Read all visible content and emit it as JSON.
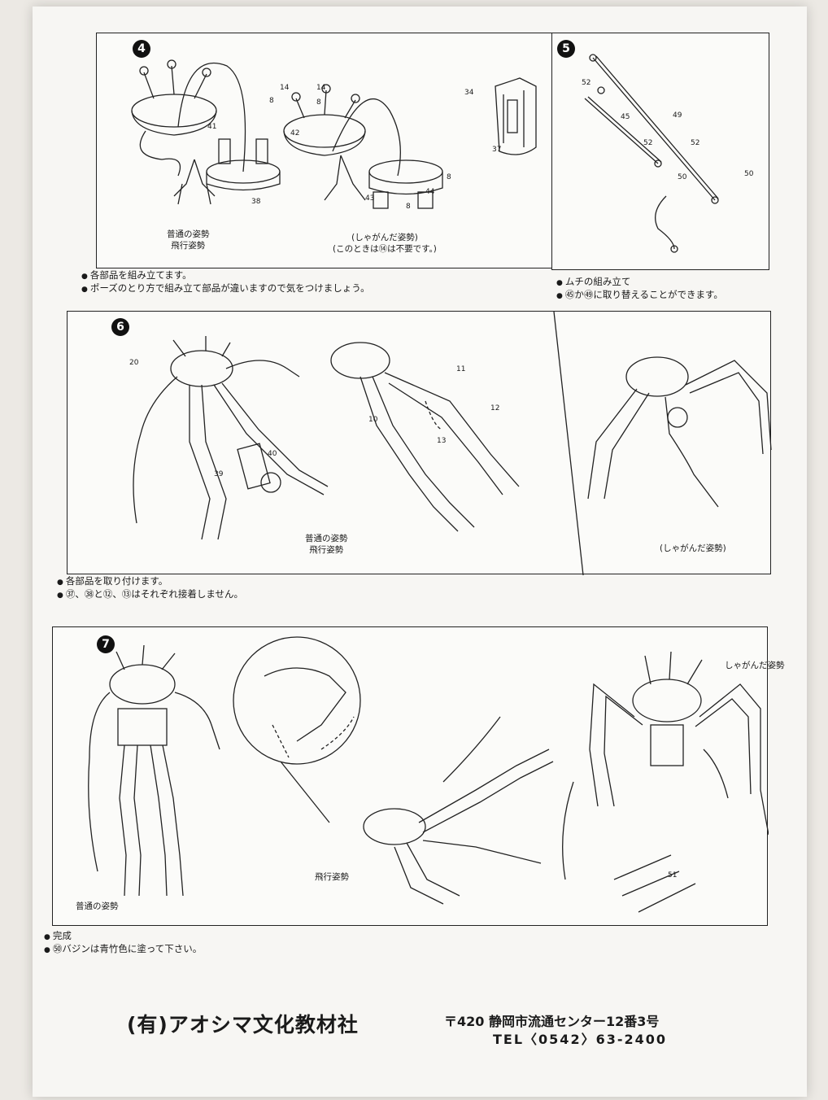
{
  "step4": {
    "number": "4",
    "labels": {
      "normal": "普通の姿勢\n飛行姿勢",
      "crouch": "(しゃがんだ姿勢)\n(このときは⑭は不要です。)"
    },
    "parts": [
      "14",
      "8",
      "41",
      "14",
      "8",
      "42",
      "38",
      "43",
      "8",
      "44",
      "8",
      "34",
      "37"
    ],
    "notes": [
      "各部品を組み立てます。",
      "ポーズのとり方で組み立て部品が違いますので気をつけましょう。"
    ]
  },
  "step5": {
    "number": "5",
    "parts": [
      "52",
      "45",
      "49",
      "52",
      "52",
      "50",
      "50"
    ],
    "notes": [
      "ムチの組み立て",
      "㊺か㊾に取り替えることができます。"
    ]
  },
  "step6": {
    "number": "6",
    "parts": [
      "20",
      "39",
      "40",
      "11",
      "12",
      "10",
      "13"
    ],
    "labels": {
      "normal": "普通の姿勢\n飛行姿勢",
      "crouch": "(しゃがんだ姿勢)"
    },
    "notes": [
      "各部品を取り付けます。",
      "㊲、㊳と⑫、⑬はそれぞれ接着しません。"
    ]
  },
  "step7": {
    "number": "7",
    "labels": {
      "normal": "普通の姿勢",
      "flight": "飛行姿勢",
      "crouch": "しゃがんだ姿勢"
    },
    "parts": [
      "51"
    ],
    "notes": [
      "完成",
      "㊿バジンは青竹色に塗って下さい。"
    ]
  },
  "footer": {
    "company": "(有)アオシマ文化教材社",
    "address": "〒420  静岡市流通センター12番3号",
    "tel": "TEL〈0542〉63-2400"
  }
}
